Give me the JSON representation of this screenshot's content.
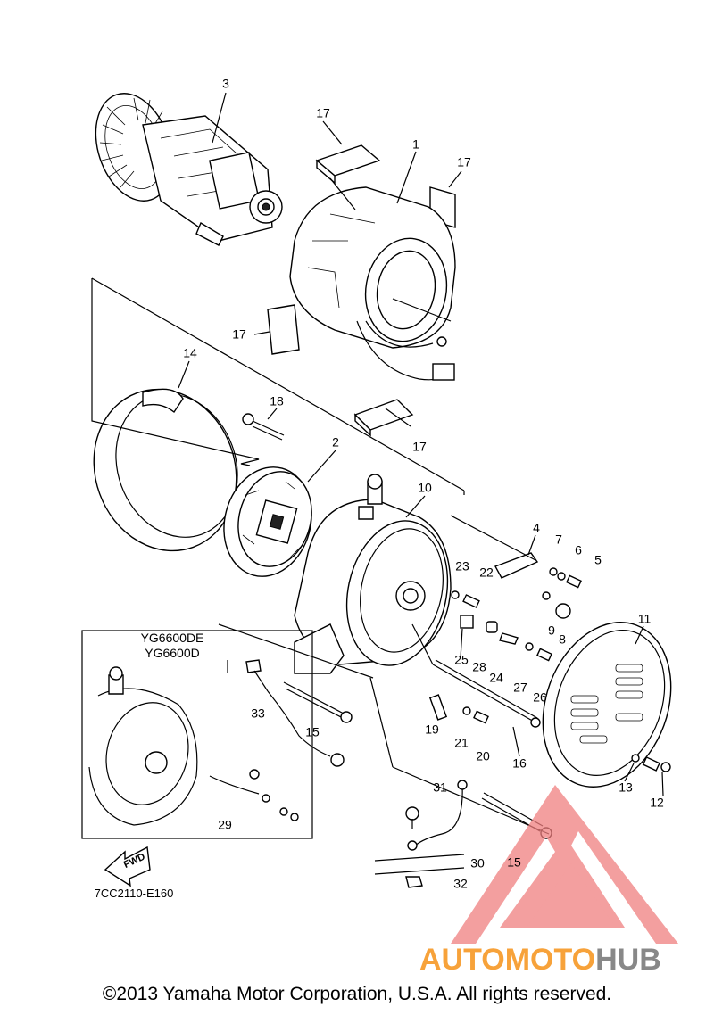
{
  "diagram": {
    "part_numbers": [
      "1",
      "2",
      "3",
      "4",
      "5",
      "6",
      "7",
      "8",
      "9",
      "10",
      "11",
      "12",
      "13",
      "14",
      "15",
      "15",
      "16",
      "17",
      "17",
      "17",
      "17",
      "18",
      "19",
      "20",
      "21",
      "22",
      "23",
      "24",
      "25",
      "26",
      "27",
      "28",
      "29",
      "30",
      "31",
      "32",
      "33"
    ],
    "inset_models": [
      "YG6600DE",
      "YG6600D"
    ],
    "direction_label": "FWD",
    "diagram_code": "7CC2110-E160"
  },
  "watermark": {
    "text_part1": "AUTO",
    "text_part2": "MOTO",
    "text_part3": "HUB",
    "colors": {
      "auto": "#f7a23a",
      "moto": "#f7a23a",
      "hub": "#888888",
      "triangle": "#f07f7f"
    }
  },
  "footer": {
    "copyright": "©2013 Yamaha Motor Corporation, U.S.A. All rights reserved."
  }
}
